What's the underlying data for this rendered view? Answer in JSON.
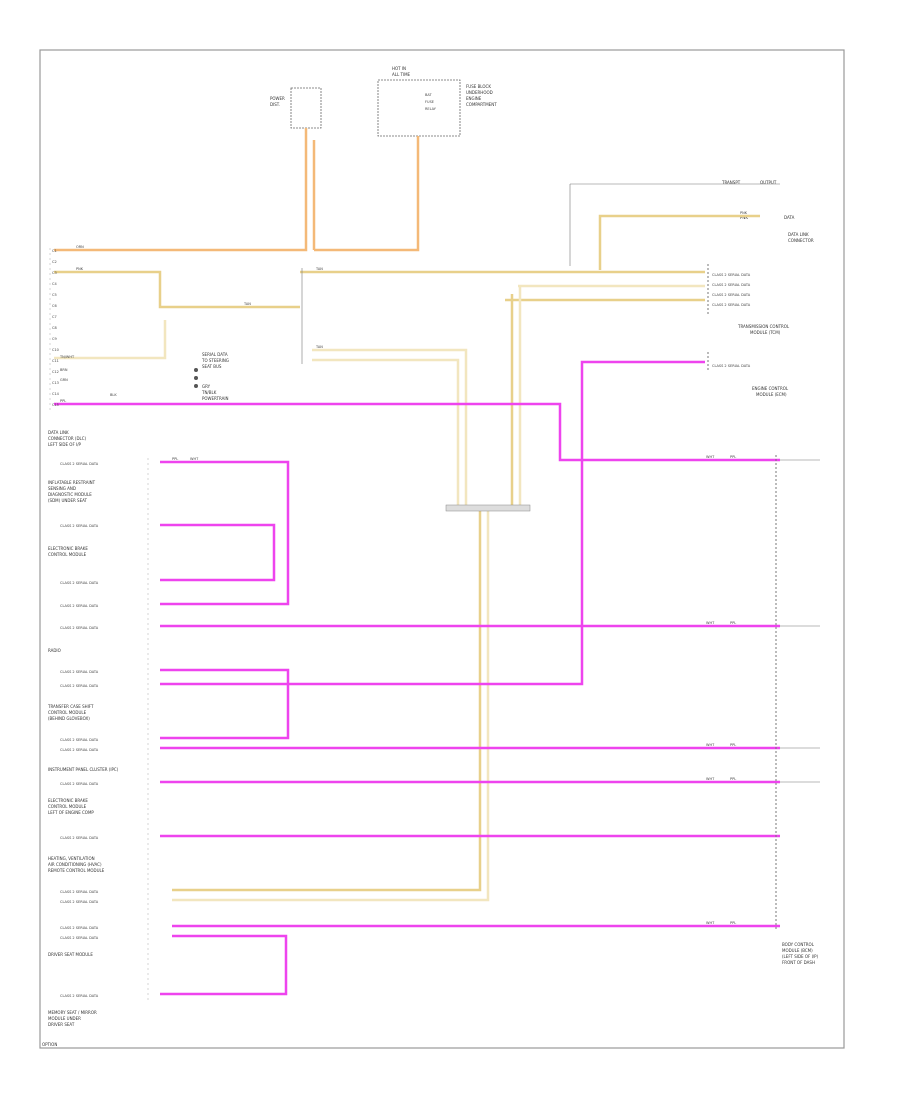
{
  "diagram": {
    "footer_tag": "OPTION",
    "colors": {
      "can_bus": "#ee44ee",
      "can_bus_light": "#f3a0f3",
      "power": "#f4b978",
      "signal_tan": "#e8d08a",
      "signal_cream": "#f2e6bf",
      "frame": "#999999"
    },
    "top_components": {
      "left": {
        "label_1": "POWER",
        "label_2": "DIST."
      },
      "right": {
        "title_1": "HOT IN",
        "title_2": "ALL TIME",
        "pins": [
          "BAT",
          "FUSE",
          "RELAY"
        ],
        "desc": [
          "FUSE BLOCK",
          "UNDERHOOD",
          "ENGINE",
          "COMPARTMENT"
        ]
      }
    },
    "top_right": {
      "label_a": "TRANSPT",
      "label_b": "OUTPUT",
      "label_c": "PNK",
      "label_d": "DATA",
      "note_1": "DATA LINK",
      "note_2": "CONNECTOR"
    },
    "left_column": {
      "pins": [
        "C1",
        "C2",
        "C3",
        "C4",
        "C5",
        "C6",
        "C7",
        "C8",
        "C9",
        "C10",
        "C11",
        "C12",
        "C13",
        "C14",
        "C15"
      ],
      "wire_labels": [
        "ORN",
        "PNK",
        "TN/WHT",
        "BRN",
        "GRN",
        "BLK",
        "PPL"
      ]
    },
    "module_notes": {
      "mid_1": "SERIAL DATA",
      "mid_2": "TO STEERING",
      "mid_3": "SEAT BUS",
      "mid_4": "GRY",
      "mid_5": "TN/BLK",
      "mid_6": "POWERTRAIN"
    },
    "right_modules": {
      "tcm": {
        "title_1": "TRANSMISSION CONTROL",
        "title_2": "MODULE (TCM)"
      },
      "ecm": {
        "title_1": "ENGINE CONTROL",
        "title_2": "MODULE (ECM)"
      },
      "bcm": {
        "title_1": "BODY CONTROL",
        "title_2": "MODULE (BCM)",
        "title_3": "(LEFT SIDE OF I/P)",
        "title_4": "FRONT OF DASH"
      }
    },
    "bus_label": "CLASS 2 SERIAL DATA",
    "left_components": [
      {
        "title": [
          "DATA LINK",
          "CONNECTOR (DLC)",
          "LEFT SIDE OF I/P"
        ],
        "pin_label": "CLASS 2 SERIAL DATA"
      },
      {
        "title": [
          "INFLATABLE RESTRAINT",
          "SENSING AND",
          "DIAGNOSTIC MODULE",
          "(SDM) UNDER SEAT"
        ],
        "pin_label": "CLASS 2 SERIAL DATA"
      },
      {
        "title": [
          "ELECTRONIC BRAKE",
          "CONTROL MODULE"
        ],
        "pin_label": "CLASS 2 SERIAL DATA"
      },
      {
        "title": [],
        "pin_label": "CLASS 2 SERIAL DATA"
      },
      {
        "title": [],
        "pin_label": "CLASS 2 SERIAL DATA"
      },
      {
        "title": [
          "RADIO"
        ],
        "pin_label": "CLASS 2 SERIAL DATA"
      },
      {
        "title": [
          "TRANSFER CASE SHIFT",
          "CONTROL MODULE",
          "(BEHIND GLOVEBOX)"
        ],
        "pin_label": "CLASS 2 SERIAL DATA"
      },
      {
        "title": [
          "INSTRUMENT PANEL CLUSTER (IPC)"
        ],
        "pin_label": "CLASS 2 SERIAL DATA"
      },
      {
        "title": [
          "ELECTRONIC BRAKE",
          "CONTROL MODULE",
          "LEFT OF ENGINE COMP"
        ],
        "pin_label": "CLASS 2 SERIAL DATA"
      },
      {
        "title": [
          "HEATING, VENTILATION",
          "AIR CONDITIONING (HVAC)",
          "REMOTE CONTROL MODULE"
        ],
        "pin_label": "CLASS 2 SERIAL DATA"
      },
      {
        "title": [
          "DRIVER SEAT MODULE"
        ],
        "pin_label": "CLASS 2 SERIAL DATA"
      },
      {
        "title": [
          "MEMORY SEAT / MIRROR",
          "MODULE UNDER",
          "DRIVER SEAT"
        ],
        "pin_label": "CLASS 2 SERIAL DATA"
      }
    ],
    "wire_tags": {
      "ppl": "PPL",
      "wht": "WHT",
      "tan": "TAN",
      "pnk": "PNK"
    }
  }
}
